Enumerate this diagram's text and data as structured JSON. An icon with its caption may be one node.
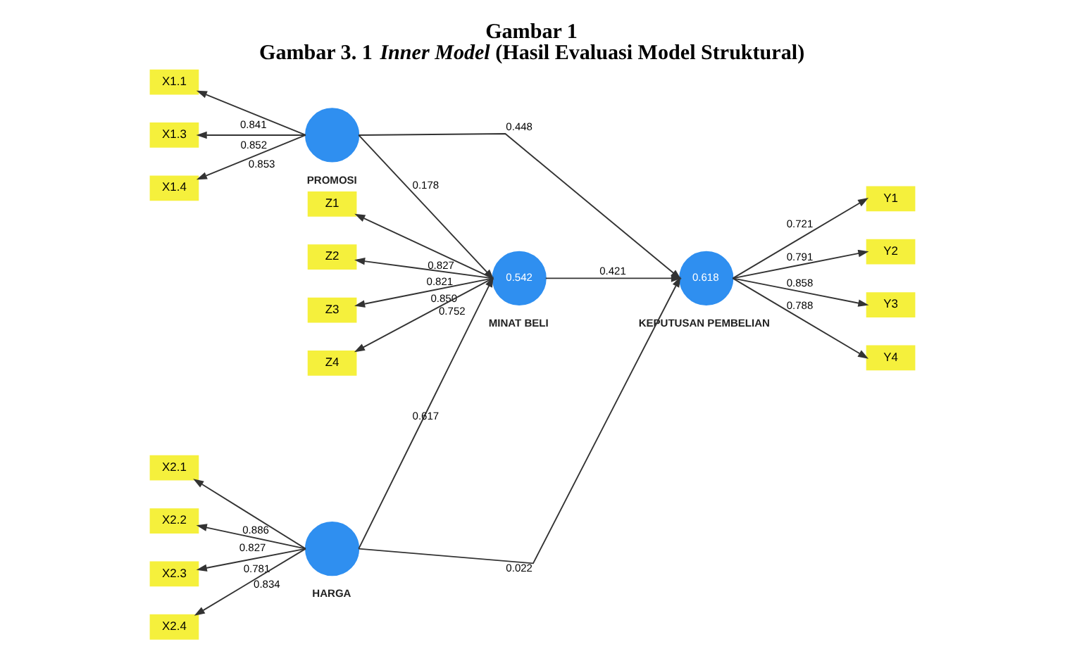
{
  "diagram": {
    "title": "Gambar 1",
    "caption": "Gambar 3. 1 *Inner Model* (Hasil Evaluasi Model Struktural)",
    "nodes": [
      {
        "text": [
          "X1.1"
        ]
      },
      {
        "text": [
          "X1.3"
        ]
      },
      {
        "text": [
          "X1.4"
        ]
      },
      {
        "text": [],
        "shape": "circle",
        "beside": [
          "PROMOSI"
        ]
      },
      {
        "text": [
          "Z1"
        ]
      },
      {
        "text": [
          "Z2"
        ]
      },
      {
        "text": [
          "Z3"
        ]
      },
      {
        "text": [
          "Z4"
        ]
      },
      {
        "text": [
          "0.542"
        ],
        "beside": [
          "MINAT BELI"
        ]
      },
      {
        "text": [
          "0.618"
        ],
        "beside": [
          "KEPUTUSAN PEMBELIAN"
        ]
      },
      {
        "text": [
          "Y1"
        ]
      },
      {
        "text": [
          "Y2"
        ]
      },
      {
        "text": [
          "Y3"
        ]
      },
      {
        "text": [
          "Y4"
        ]
      },
      {
        "text": [
          "X2.1"
        ]
      },
      {
        "text": [
          "X2.2"
        ]
      },
      {
        "text": [
          "X2.3"
        ]
      },
      {
        "text": [
          "X2.4"
        ]
      },
      {
        "text": [],
        "shape": "circle",
        "beside": [
          "HARGA"
        ]
      }
    ],
    "edges": [
      {
        "from": 3,
        "to": 0,
        "arrow": "to",
        "label": "0.841"
      },
      {
        "from": 3,
        "to": 1,
        "arrow": "to",
        "label": "0.852"
      },
      {
        "from": 3,
        "to": 2,
        "arrow": "to",
        "label": "0.853"
      },
      {
        "from": 3,
        "to": 8,
        "arrow": "to",
        "label": "0.178"
      },
      {
        "from": 3,
        "to": 9,
        "arrow": "to",
        "label": "0.448"
      },
      {
        "from": 8,
        "to": 4,
        "arrow": "to",
        "label": "0.827"
      },
      {
        "from": 8,
        "to": 5,
        "arrow": "to",
        "label": "0.821"
      },
      {
        "from": 8,
        "to": 6,
        "arrow": "to",
        "label": "0.850"
      },
      {
        "from": 8,
        "to": 7,
        "arrow": "to",
        "label": "0.752"
      },
      {
        "from": 8,
        "to": 9,
        "arrow": "to",
        "label": "0.421"
      },
      {
        "from": 9,
        "to": 10,
        "arrow": "to",
        "label": "0.721"
      },
      {
        "from": 9,
        "to": 11,
        "arrow": "to",
        "label": "0.791"
      },
      {
        "from": 9,
        "to": 12,
        "arrow": "to",
        "label": "0.858"
      },
      {
        "from": 9,
        "to": 13,
        "arrow": "to",
        "label": "0.788"
      },
      {
        "from": 18,
        "to": 14,
        "arrow": "to",
        "label": "0.886"
      },
      {
        "from": 18,
        "to": 15,
        "arrow": "to",
        "label": "0.827"
      },
      {
        "from": 18,
        "to": 16,
        "arrow": "to",
        "label": "0.781"
      },
      {
        "from": 18,
        "to": 17,
        "arrow": "to",
        "label": "0.834"
      },
      {
        "from": 18,
        "to": 8,
        "arrow": "to",
        "label": "0.617"
      },
      {
        "from": 18,
        "to": 9,
        "arrow": "to",
        "label": "0.022"
      }
    ]
  }
}
